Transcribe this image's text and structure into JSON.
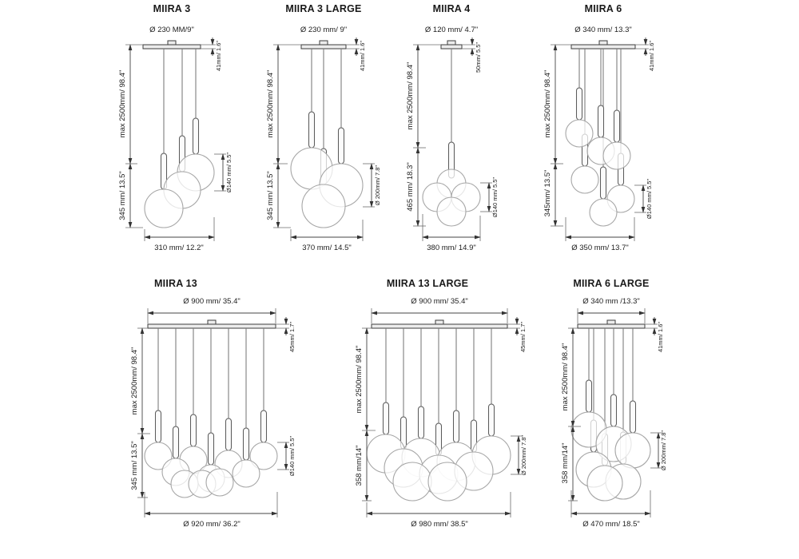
{
  "colors": {
    "line": "#444444",
    "globe_outline": "#a6a6a6",
    "text": "#1c1c1c",
    "background": "#ffffff"
  },
  "panels": [
    {
      "title": "MIIRA 3",
      "top_diameter": "Ø 230 MM/9\"",
      "canopy_height": "41mm/ 1.6\"",
      "max_drop": "max 2500mm/ 98.4\"",
      "fixture_height": "345 mm/ 13.5\"",
      "globe_diameter": "Ø140 mm/ 5.5\"",
      "bottom_width": "310 mm/ 12.2\""
    },
    {
      "title": "MIIRA 3 LARGE",
      "top_diameter": "Ø 230 mm/ 9\"",
      "canopy_height": "41mm/ 1.6\"",
      "max_drop": "max 2500mm/ 98.4\"",
      "fixture_height": "345 mm/ 13.5\"",
      "globe_diameter": "Ø 200mm/ 7.8\"",
      "bottom_width": "370 mm/ 14.5\""
    },
    {
      "title": "MIIRA 4",
      "top_diameter": "Ø 120 mm/ 4.7\"",
      "canopy_height": "50mm/ 5.5\"",
      "max_drop": "max 2500mm/ 98.4\"",
      "fixture_height": "465 mm/ 18.3\"",
      "globe_diameter": "Ø140 mm/ 5.5\"",
      "bottom_width": "380 mm/ 14.9\""
    },
    {
      "title": "MIIRA 6",
      "top_diameter": "Ø 340 mm/ 13.3\"",
      "canopy_height": "41mm/ 1.6\"",
      "max_drop": "max 2500mm/ 98.4\"",
      "fixture_height": "345mm/ 13.5\"",
      "globe_diameter": "Ø140 mm/ 5.5\"",
      "bottom_width": "Ø 350 mm/ 13.7\""
    },
    {
      "title": "MIIRA 13",
      "top_diameter": "Ø 900 mm/ 35.4\"",
      "canopy_height": "45mm/ 1.7\"",
      "max_drop": "max 2500mm/ 98.4\"",
      "fixture_height": "345 mm/ 13.5\"",
      "globe_diameter": "Ø140 mm/ 5.5\"",
      "bottom_width": "Ø 920 mm/ 36.2\""
    },
    {
      "title": "MIIRA 13 LARGE",
      "top_diameter": "Ø 900 mm/ 35.4\"",
      "canopy_height": "45mm/ 1.7\"",
      "max_drop": "max 2500mm/ 98.4\"",
      "fixture_height": "358 mm/14\"",
      "globe_diameter": "Ø 200mm/ 7.8\"",
      "bottom_width": "Ø 980 mm/ 38.5\""
    },
    {
      "title": "MIIRA 6 LARGE",
      "top_diameter": "Ø 340 mm /13.3\"",
      "canopy_height": "41mm/ 1.6\"",
      "max_drop": "max 2500mm/ 98.4\"",
      "fixture_height": "358 mm/14\"",
      "globe_diameter": "Ø 200mm/ 7.8\"",
      "bottom_width": "Ø 470 mm/ 18.5\""
    }
  ]
}
